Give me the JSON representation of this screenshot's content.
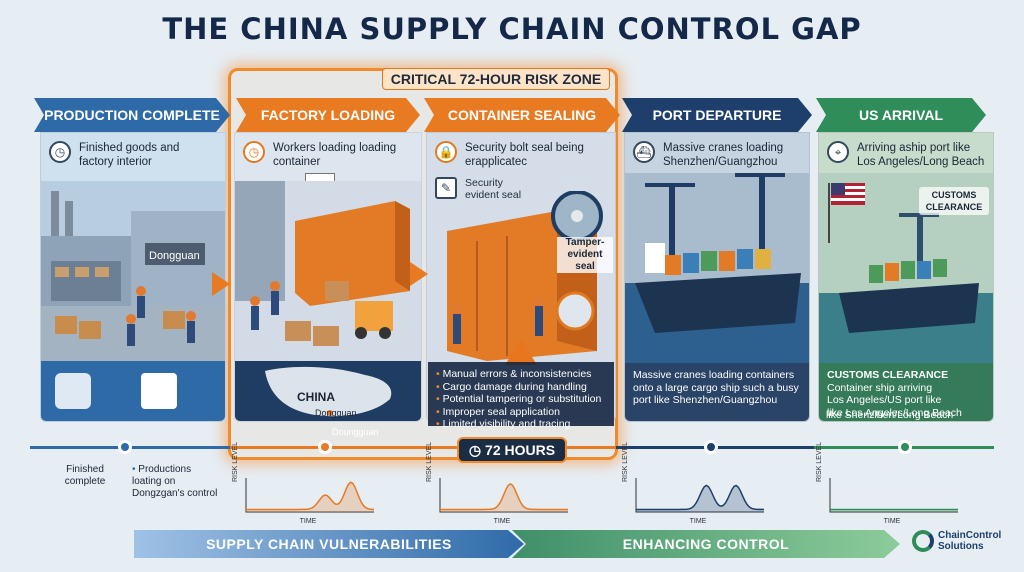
{
  "title": "THE CHINA SUPPLY CHAIN CONTROL GAP",
  "risk_zone_label": "CRITICAL 72-HOUR RISK ZONE",
  "stages": [
    {
      "label": "PRODUCTION COMPLETE",
      "color": "#2f6aa8",
      "desc": "Finished goods and factory interior",
      "sign": "Dongguan"
    },
    {
      "label": "FACTORY LOADING",
      "color": "#e87a22",
      "desc": "Workers loading loading container"
    },
    {
      "label": "CONTAINER SEALING",
      "color": "#e87a22",
      "desc": "Security bolt seal being erapplicatec",
      "desc2": "Security evident seal",
      "callout": "Tamper-evident seal"
    },
    {
      "label": "PORT DEPARTURE",
      "color": "#1e3f6b",
      "desc": "Massive cranes loading Shenzhen/Guangzhou"
    },
    {
      "label": "US ARRIVAL",
      "color": "#2e8d58",
      "desc": "Arriving aship port like Los Angeles/Long Beach",
      "badge": "CUSTOMS CLEARANCE"
    }
  ],
  "map": {
    "country": "CHINA",
    "city1": "Dongguan",
    "city2": "Doungguan"
  },
  "risks": [
    "Manual errors & inconsistencies",
    "Cargo damage during handling",
    "Potential tampering or substitution",
    "Improper seal application",
    "Limited visibility and tracing"
  ],
  "port_box": "Massive cranes loading containers onto a large cargo ship such a busy port like Shenzhen/Guangzhou",
  "us_box": {
    "heading": "CUSTOMS CLEARANCE",
    "lines": [
      "Container ship arriving",
      "Los Angeles/US port like",
      "like Los Angeles/Long Beach",
      "like Shenzlhen/Long Beach"
    ]
  },
  "hours_badge": "72 HOURS",
  "timeline_notes": {
    "left": "Finished complete",
    "mid": "Productions loating on Dongzgan's control"
  },
  "charts": [
    {
      "ylabel": "RISK LEVEL",
      "xlabel": "TIME",
      "peaks": [
        {
          "pos": 0.62,
          "height": 0.45
        },
        {
          "pos": 0.82,
          "height": 0.85
        }
      ],
      "color": "#e67a22"
    },
    {
      "ylabel": "RISK LEVEL",
      "xlabel": "TIME",
      "peaks": [
        {
          "pos": 0.55,
          "height": 0.8
        }
      ],
      "color": "#e67a22"
    },
    {
      "ylabel": "RISK LEVEL",
      "xlabel": "TIME",
      "peaks": [
        {
          "pos": 0.55,
          "height": 0.75
        },
        {
          "pos": 0.78,
          "height": 0.75
        }
      ],
      "color": "#1e3f6b"
    },
    {
      "ylabel": "RISK LEVEL",
      "xlabel": "TIME",
      "peaks": [],
      "color": "#2e8d58"
    }
  ],
  "bottom": {
    "left": "SUPPLY CHAIN VULNERABILITIES",
    "right": "ENHANCING CONTROL"
  },
  "logo": {
    "line1": "ChainControl",
    "line2": "Solutions"
  }
}
